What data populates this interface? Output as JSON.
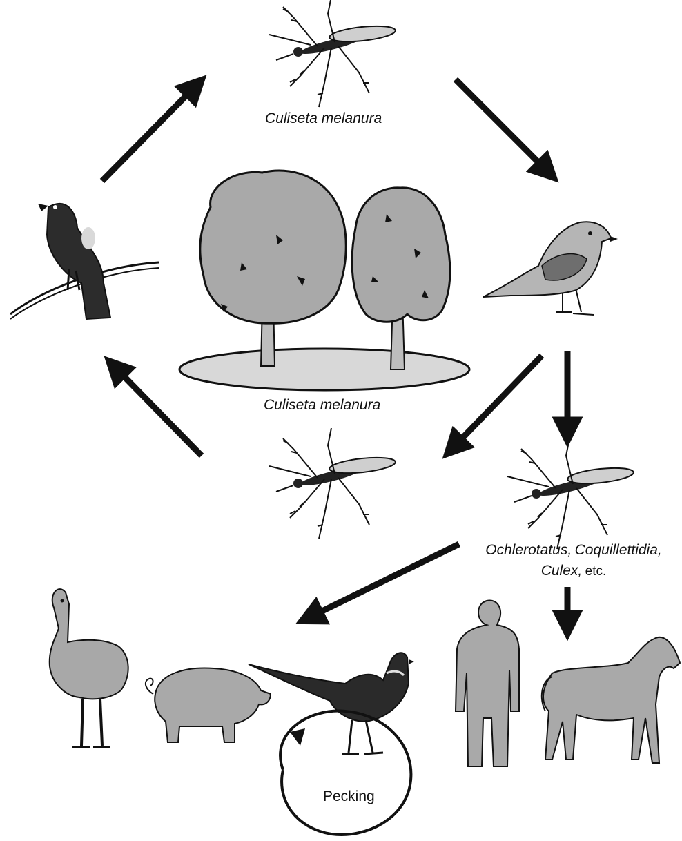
{
  "labels": {
    "mosquito_top": "Culiseta melanura",
    "habitat": "Culiseta melanura",
    "bridge_vectors_line1_a": "Ochlerotatus,",
    "bridge_vectors_line1_b": "Coquillettidia,",
    "bridge_vectors_line2_a": "Culex,",
    "bridge_vectors_line2_b": "etc.",
    "pecking": "Pecking"
  },
  "icons": [
    "mosquito-icon",
    "perched-bird-icon",
    "sparrow-icon",
    "tree-icon",
    "emu-icon",
    "pig-icon",
    "pheasant-icon",
    "human-icon",
    "horse-icon"
  ],
  "colors": {
    "ink": "#111111",
    "fill_gray": "#a9a9a9",
    "light_gray": "#d4d4d4"
  }
}
